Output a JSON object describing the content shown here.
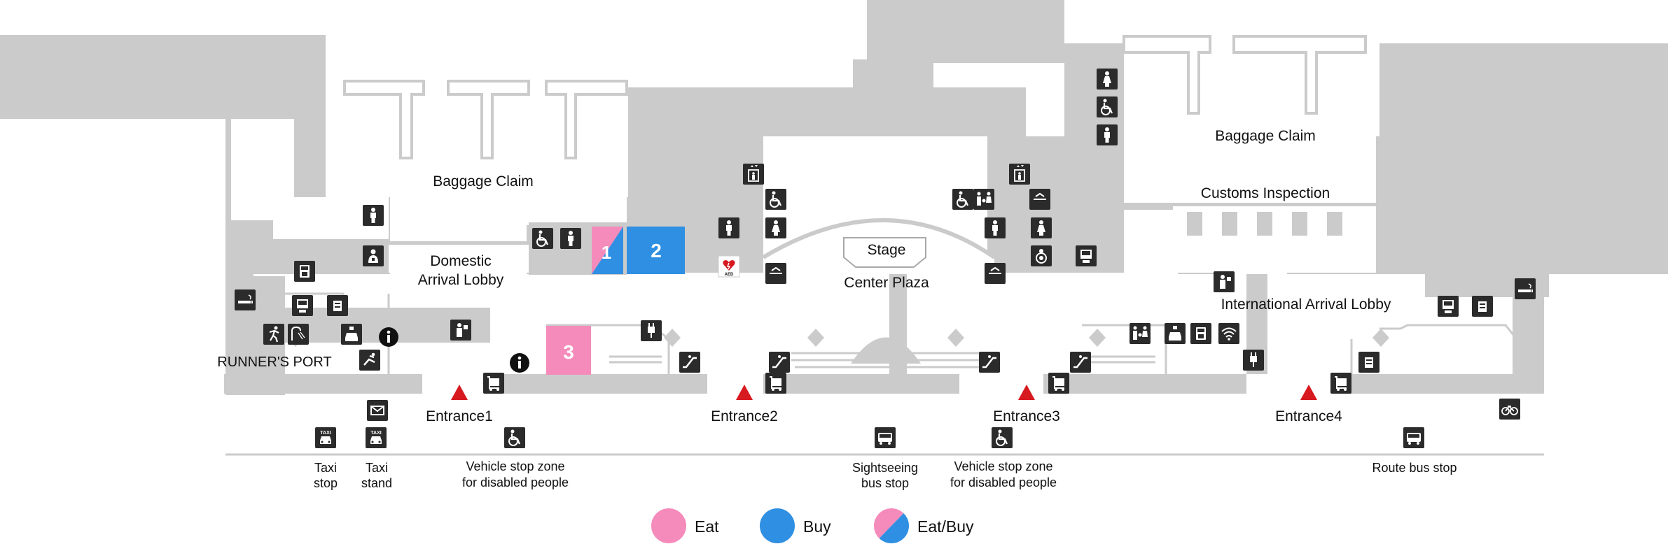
{
  "areas": {
    "baggage_claim_left": "Baggage Claim",
    "baggage_claim_right": "Baggage Claim",
    "domestic_lobby_line1": "Domestic",
    "domestic_lobby_line2": "Arrival Lobby",
    "customs": "Customs Inspection",
    "stage": "Stage",
    "center_plaza": "Center Plaza",
    "international_lobby": "International Arrival Lobby",
    "runners_port": "RUNNER'S PORT"
  },
  "shops": [
    {
      "number": "1",
      "category": "Eat/Buy"
    },
    {
      "number": "2",
      "category": "Buy"
    },
    {
      "number": "3",
      "category": "Eat"
    }
  ],
  "entrances": [
    "Entrance1",
    "Entrance2",
    "Entrance3",
    "Entrance4"
  ],
  "stops": {
    "taxi_stop": [
      "Taxi",
      "stop"
    ],
    "taxi_stand": [
      "Taxi",
      "stand"
    ],
    "vehicle_stop_1": [
      "Vehicle stop zone",
      "for disabled people"
    ],
    "sightseeing": [
      "Sightseeing",
      "bus stop"
    ],
    "vehicle_stop_2": [
      "Vehicle stop zone",
      "for disabled people"
    ],
    "route_bus": "Route bus stop"
  },
  "taxi_sign_text": "TAXI",
  "legend": [
    {
      "label": "Eat",
      "type": "eat"
    },
    {
      "label": "Buy",
      "type": "buy"
    },
    {
      "label": "Eat/Buy",
      "type": "eatbuy"
    }
  ],
  "colors": {
    "building": "#cbcbcb",
    "eat": "#f48bbb",
    "buy": "#2f8fe2",
    "entrance": "#d71920",
    "icon": "#2b2b2b"
  }
}
